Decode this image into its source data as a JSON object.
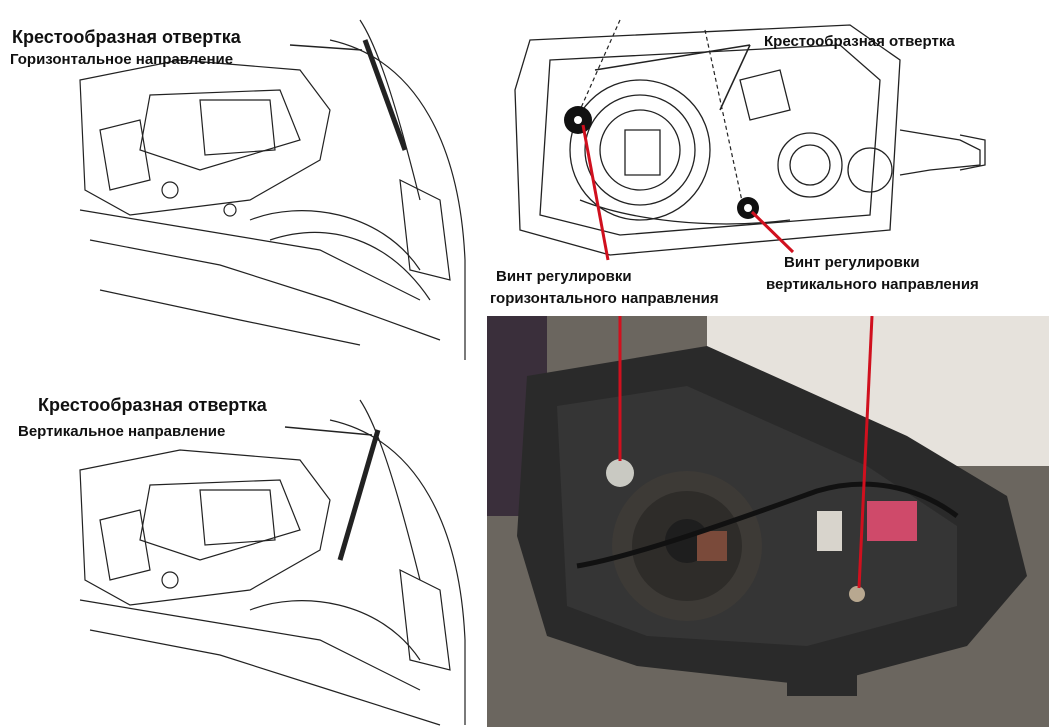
{
  "panel_top_left": {
    "title": "Крестообразная отвертка",
    "subtitle": "Горизонтальное направление"
  },
  "panel_bottom_left": {
    "title": "Крестообразная отвертка",
    "subtitle": "Вертикальное направление"
  },
  "panel_top_right": {
    "screwdriver_label": "Крестообразная отвертка",
    "horizontal_screw_label_line1": "Винт регулировки",
    "horizontal_screw_label_line2": "горизонтального направления",
    "vertical_screw_label_line1": "Винт регулировки",
    "vertical_screw_label_line2": "вертикального направления"
  },
  "colors": {
    "line_art": "#222222",
    "pointer_red": "#d0101e",
    "photo_bg": "#5a5550"
  }
}
